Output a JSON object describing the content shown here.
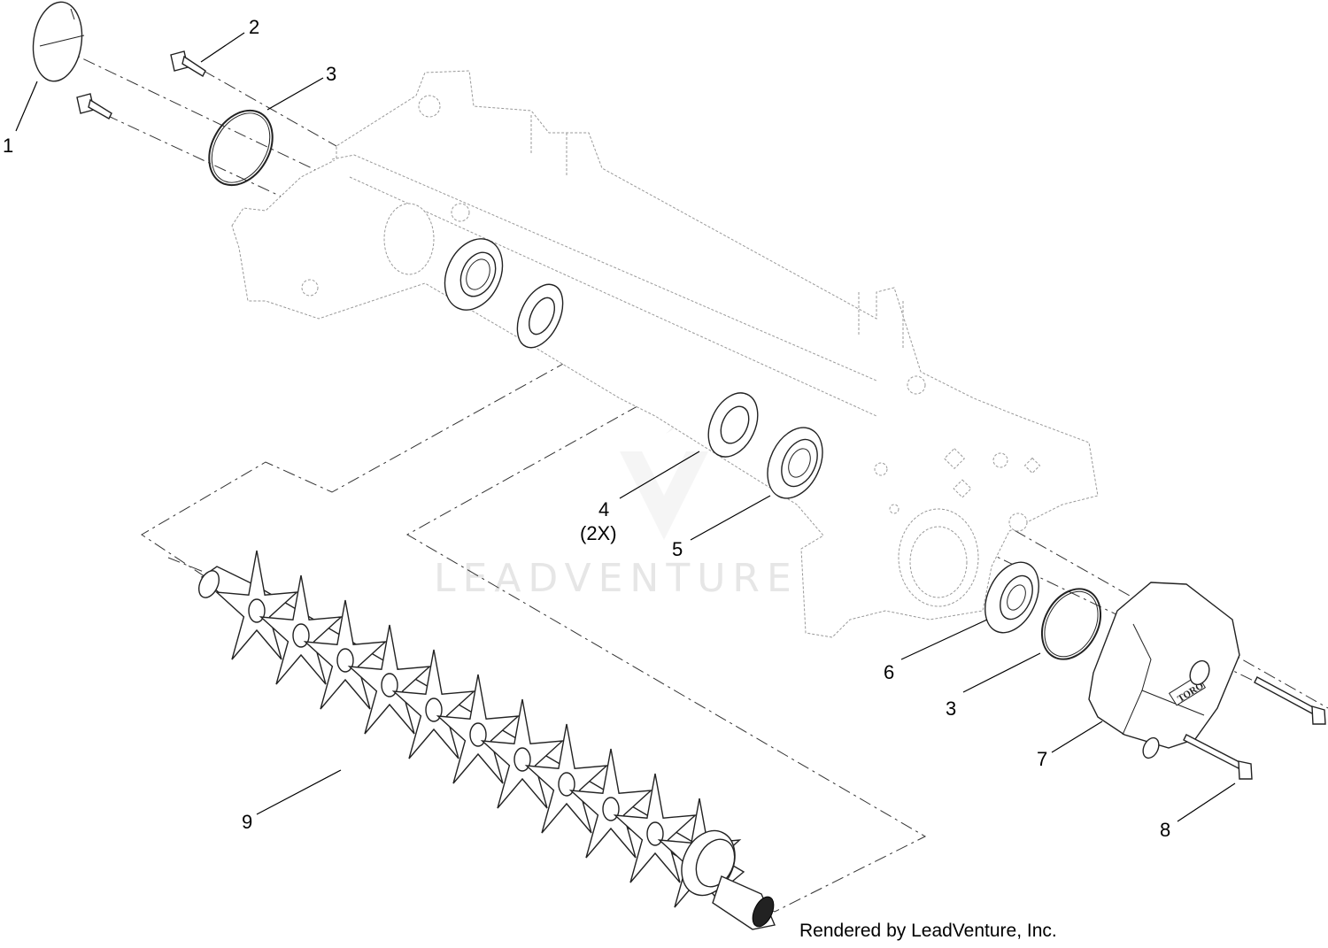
{
  "callouts": [
    {
      "key": "c1",
      "label": "1"
    },
    {
      "key": "c2",
      "label": "2"
    },
    {
      "key": "c3a",
      "label": "3"
    },
    {
      "key": "c4",
      "label": "4",
      "sub": "(2X)"
    },
    {
      "key": "c5",
      "label": "5"
    },
    {
      "key": "c6",
      "label": "6"
    },
    {
      "key": "c3b",
      "label": "3"
    },
    {
      "key": "c7",
      "label": "7"
    },
    {
      "key": "c8",
      "label": "8"
    },
    {
      "key": "c9",
      "label": "9"
    }
  ],
  "cover_logo": "TORO",
  "watermark": "LEADVENTURE",
  "credit": "Rendered by LeadVenture, Inc."
}
